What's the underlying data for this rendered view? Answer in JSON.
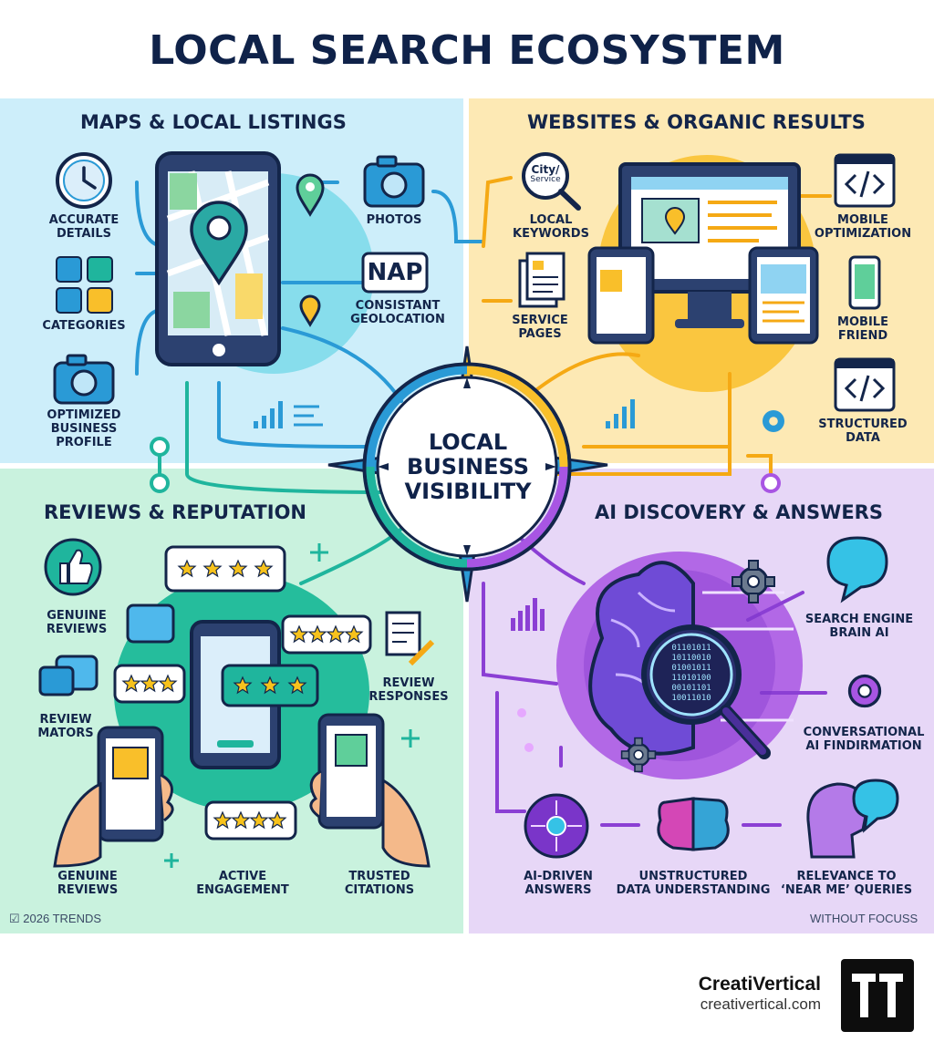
{
  "title": "LOCAL SEARCH ECOSYSTEM",
  "center": {
    "line1": "LOCAL",
    "line2": "BUSINESS",
    "line3": "VISIBILITY"
  },
  "maps": {
    "heading": "MAPS & LOCAL LISTINGS",
    "accurate_details": [
      "ACCURATE",
      "DETAILS"
    ],
    "categories": "CATEGORIES",
    "optimized_profile": [
      "OPTIMIZED",
      "BUSINESS",
      "PROFILE"
    ],
    "photos": "PHOTOS",
    "nap_badge": "NAP",
    "consistent_geo": [
      "CONSISTANT",
      "GEOLOCATION"
    ]
  },
  "websites": {
    "heading": "WEBSITES & ORGANIC RESULTS",
    "search_badge": [
      "City/",
      "Service"
    ],
    "local_keywords": [
      "LOCAL",
      "KEYWORDS"
    ],
    "service_pages": [
      "SERVICE",
      "PAGES"
    ],
    "mobile_optimization": [
      "MOBILE",
      "OPTIMIZATION"
    ],
    "mobile_friend": [
      "MOBILE",
      "FRIEND"
    ],
    "structured_data": [
      "STRUCTURED",
      "DATA"
    ]
  },
  "reviews": {
    "heading": "REVIEWS & REPUTATION",
    "genuine_reviews_top": [
      "GENUINE",
      "REVIEWS"
    ],
    "review_mators": [
      "REVIEW",
      "MATORS"
    ],
    "review_responses": [
      "REVIEW",
      "RESPONSES"
    ],
    "genuine_reviews_bottom": [
      "GENUINE",
      "REVIEWS"
    ],
    "active_engagement": [
      "ACTIVE",
      "ENGAGEMENT"
    ],
    "trusted_citations": [
      "TRUSTED",
      "CITATIONS"
    ],
    "footer": "2026 TRENDS"
  },
  "ai": {
    "heading": "AI DISCOVERY & ANSWERS",
    "search_engine": [
      "SEARCH ENGINE",
      "BRAIN AI"
    ],
    "conversational": [
      "CONVERSATIONAL",
      "AI FINDIRMATION"
    ],
    "ai_driven": [
      "AI-DRIVEN",
      "ANSWERS"
    ],
    "unstructured": [
      "UNSTRUCTURED",
      "DATA UNDERSTANDING"
    ],
    "relevance": [
      "RELEVANCE TO",
      "‘NEAR ME’ QUERIES"
    ],
    "footer": "WITHOUT FOCUSS",
    "binary_rows": [
      "01101011",
      "10110010",
      "01001011",
      "11010100",
      "00101101",
      "10011010"
    ]
  },
  "brand": {
    "name": "CreatiVertical",
    "url": "creativertical.com"
  },
  "colors": {
    "maps_bg": "#cdeefa",
    "web_bg": "#fde9b4",
    "reviews_bg": "#c9f2de",
    "ai_bg": "#e7d7f7",
    "navy": "#13254a",
    "star": "#f7c21c"
  }
}
